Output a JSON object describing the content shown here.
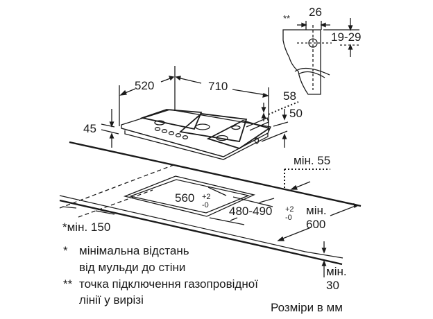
{
  "diagram": {
    "type": "installation-dimensions",
    "subject": "built-in gas hob",
    "dimensions": {
      "hob_depth": "520",
      "hob_width": "710",
      "hob_height_left": "45",
      "gas_connection_offset": "58",
      "hob_height_right": "50",
      "connection_detail_width": "26",
      "connection_detail_height": "19-29",
      "cutout_width": "560",
      "cutout_width_tol_plus": "+2",
      "cutout_width_tol_minus": "-0",
      "cutout_depth": "480-490",
      "cutout_depth_tol_plus": "+2",
      "cutout_depth_tol_minus": "-0",
      "min_rear": "мін. 55",
      "min_side": "*мін. 150",
      "min_worktop_depth_label": "мін.",
      "min_worktop_depth_value": "600",
      "min_thickness_label": "мін.",
      "min_thickness_value": "30",
      "detail_marker": "**"
    },
    "notes": [
      {
        "marker": "*",
        "lines": [
          "мінімальна відстань",
          "від мульди до стіни"
        ]
      },
      {
        "marker": "**",
        "lines": [
          "точка підключення газопровідної",
          "лінії у вирізі"
        ]
      }
    ],
    "units_caption": "Розміри в мм",
    "line_color": "#1a1a1a"
  }
}
